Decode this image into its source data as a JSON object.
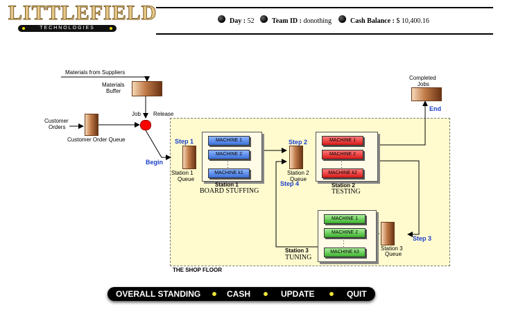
{
  "logo": {
    "name": "LITTLEFIELD",
    "tagline": "TECHNOLOGIES"
  },
  "status": {
    "day_label": "Day :",
    "day_value": "52",
    "team_label": "Team ID :",
    "team_value": "donothing",
    "cash_label": "Cash Balance :",
    "cash_value": "$ 10,400.16"
  },
  "diagram": {
    "materials_from_suppliers": "Materials from Suppliers",
    "materials_buffer_line1": "Materials",
    "materials_buffer_line2": "Buffer",
    "customer_orders_line1": "Customer",
    "customer_orders_line2": "Orders",
    "customer_order_queue": "Customer Order Queue",
    "job_release_1": "Job",
    "job_release_2": "Release",
    "begin": "Begin",
    "end": "End",
    "completed_jobs_line1": "Completed",
    "completed_jobs_line2": "Jobs",
    "shop_floor": "THE SHOP FLOOR",
    "step1": "Step 1",
    "step2": "Step 2",
    "step3": "Step 3",
    "step4": "Step 4",
    "station1": {
      "queue_line1": "Station 1",
      "queue_line2": "Queue",
      "label": "Station 1",
      "name": "BOARD STUFFING",
      "machines": [
        "MACHINE 1",
        "MACHINE 2",
        "MACHINE k1"
      ]
    },
    "station2": {
      "queue_line1": "Station 2",
      "queue_line2": "Queue",
      "label": "Station 2",
      "name": "TESTING",
      "machines": [
        "MACHINE 1",
        "MACHINE 2",
        "MACHINE k2"
      ]
    },
    "station3": {
      "queue_line1": "Station 3",
      "queue_line2": "Queue",
      "label": "Station 3",
      "name": "TUNING",
      "machines": [
        "MACHINE 1",
        "MACHINE 2",
        "MACHINE k3"
      ]
    },
    "colors": {
      "station1_machine": "#3a6fd8",
      "station2_machine": "#d81818",
      "station3_machine": "#3cb02c",
      "step_text": "#1a3ec8",
      "shop_floor_bg": "#fffbcf",
      "release_point": "#ff0000"
    }
  },
  "nav": {
    "overall_standing": "OVERALL STANDING",
    "cash": "CASH",
    "update": "UPDATE",
    "quit": "QUIT"
  }
}
